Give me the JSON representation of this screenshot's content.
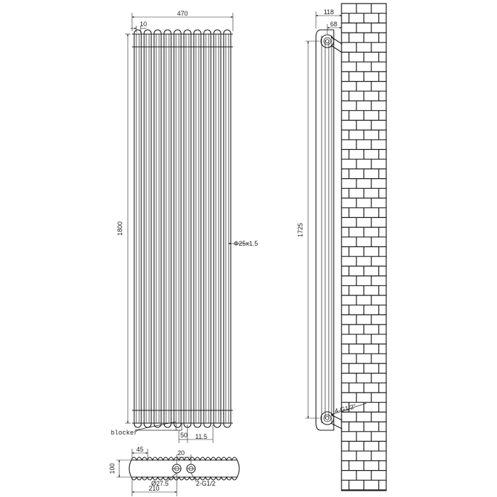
{
  "front_view": {
    "width": "470",
    "spacing": "10",
    "height": "1800",
    "tube": "Φ25x1.5",
    "blocker": "blocker",
    "dim_50": "50",
    "dim_11_5": "11.5"
  },
  "side_view": {
    "depth": "118",
    "bracket": "68",
    "height": "1725",
    "connection": "4-G1/2\""
  },
  "bottom_view": {
    "dim_45": "45",
    "dim_20": "20",
    "depth": "100",
    "diameter": "Ø27.5",
    "connection": "2-G1/2",
    "width": "210"
  }
}
